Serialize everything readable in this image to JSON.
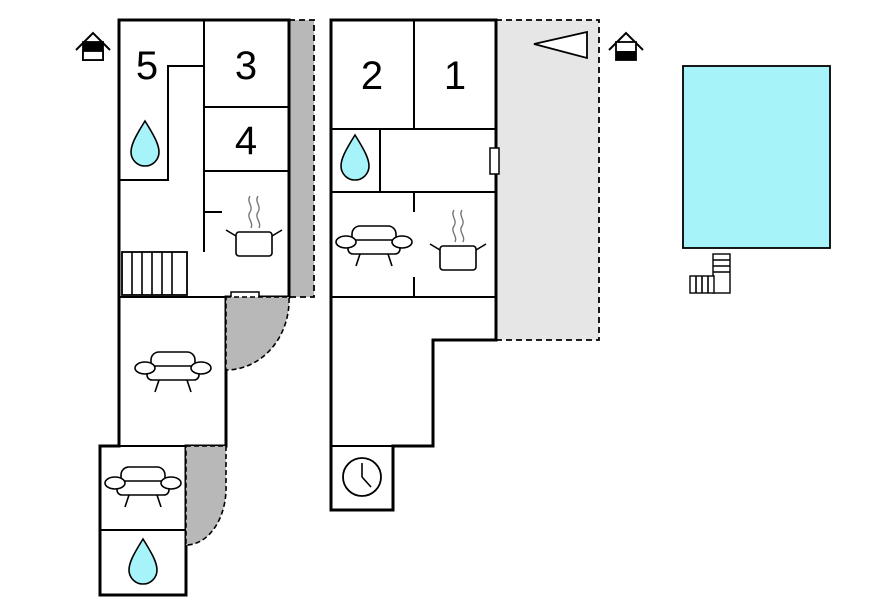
{
  "plan": {
    "rooms": [
      {
        "id": "room-1",
        "label": "1"
      },
      {
        "id": "room-2",
        "label": "2"
      },
      {
        "id": "room-3",
        "label": "3"
      },
      {
        "id": "room-4",
        "label": "4"
      },
      {
        "id": "room-5",
        "label": "5"
      }
    ],
    "icons": [
      "house-entrance-icon",
      "bathroom-drop-icon",
      "sofa-icon",
      "kitchen-pot-icon",
      "stairs-icon",
      "clock-icon",
      "triangle-icon",
      "pool-icon"
    ],
    "colors": {
      "pool": "#a6f4f9",
      "water_drop": "#a6f4f9",
      "terrace_dark": "#b8b8b8",
      "terrace_light": "#e6e6e6",
      "walls": "#000000"
    }
  }
}
